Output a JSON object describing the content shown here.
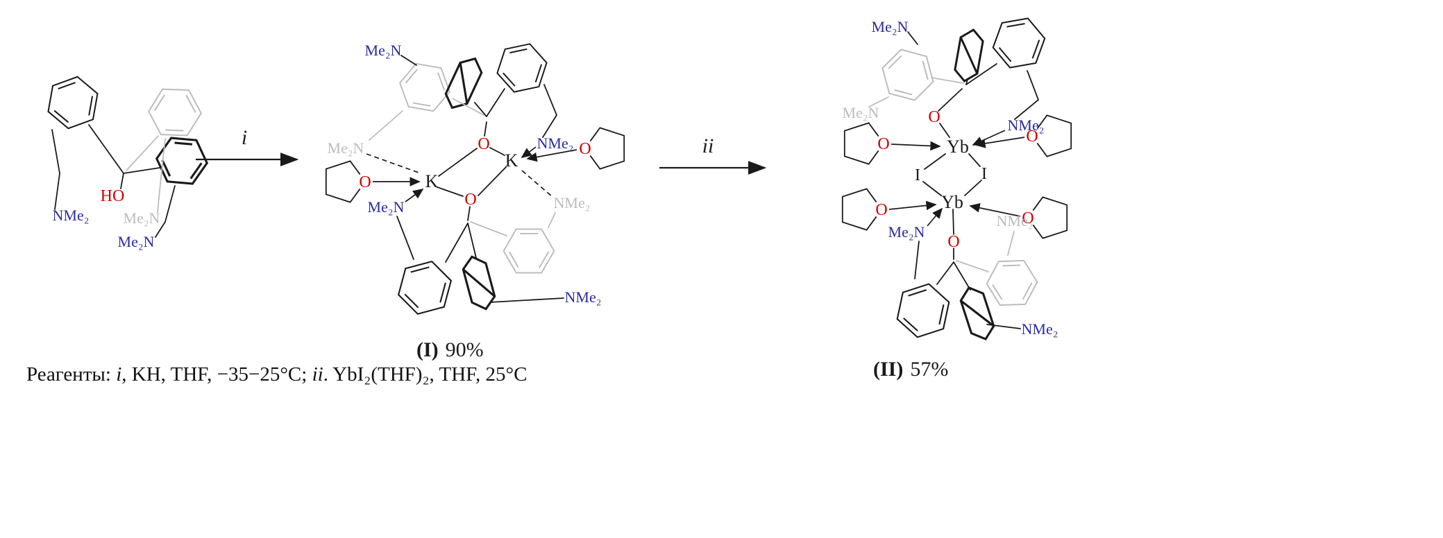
{
  "labels": {
    "ho": "HO",
    "o": "O",
    "k": "K",
    "yb": "Yb",
    "iodine": "I",
    "nme2": "NMe₂",
    "me2n": "Me₂N",
    "step_i": "i",
    "step_ii": "ii",
    "product_I": "(I)",
    "yield_I": "90%",
    "product_II": "(II)",
    "yield_II": "57%"
  },
  "caption": {
    "prefix": "Реагенты: ",
    "step1": "i",
    "middle1": ", KH, THF, −35−25°C; ",
    "step2": "ii",
    "middle2": ". YbI₂(THF)₂, THF, 25°C"
  },
  "colors": {
    "oxygen": "#d40000",
    "nitrogen": "#2b2b9e",
    "bond": "#1a1a1a",
    "faded": "#bcbcbc"
  }
}
